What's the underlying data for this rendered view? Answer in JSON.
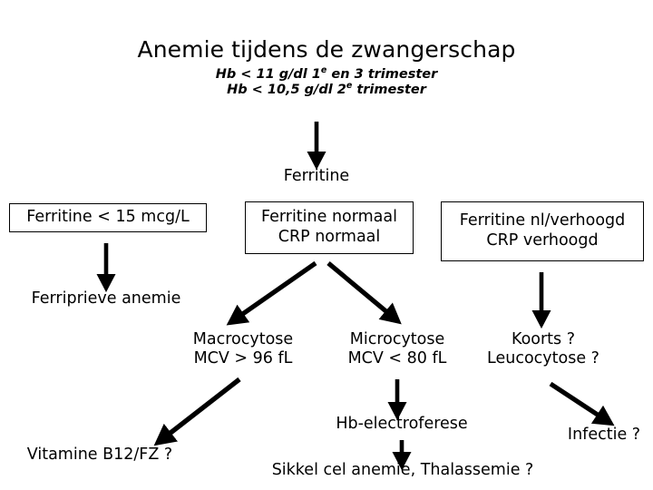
{
  "slide": {
    "title": "Anemie tijdens de zwangerschap",
    "subtitle_line1_pre": "Hb < 11 g/dl 1",
    "subtitle_line1_sup": "e",
    "subtitle_line1_post": " en 3 trimester",
    "subtitle_line2_pre": "Hb < 10,5 g/dl 2",
    "subtitle_line2_sup": "e",
    "subtitle_line2_post": " trimester",
    "background_color": "#ffffff",
    "ink_color": "#000000"
  },
  "nodes": {
    "ferritine_root": "Ferritine",
    "box_low": "Ferritine < 15 mcg/L",
    "box_normal_line1": "Ferritine normaal",
    "box_normal_line2": "CRP normaal",
    "box_high_line1": "Ferritine nl/verhoogd",
    "box_high_line2": "CRP verhoogd",
    "ferriprieve": "Ferriprieve anemie",
    "macrocytose_line1": "Macrocytose",
    "macrocytose_line2": "MCV > 96 fL",
    "microcytose_line1": "Microcytose",
    "microcytose_line2": "MCV < 80 fL",
    "koorts_line1": "Koorts ?",
    "koorts_line2": "Leucocytose ?",
    "vitamine": "Vitamine B12/FZ ?",
    "hb_electroferese": "Hb-electroferese",
    "sikkel": "Sikkel cel anemie, Thalassemie ?",
    "infectie": "Infectie ?"
  },
  "chart_data": {
    "type": "diagram",
    "title": "Anemie tijdens de zwangerschap",
    "orientation": "top-down flowchart",
    "edges": [
      {
        "from": "subtitle-criteria",
        "to": "ferritine_root",
        "direction": "down",
        "name": "arrow-root"
      },
      {
        "from": "box_low",
        "to": "ferriprieve",
        "direction": "down",
        "name": "arrow-low-to-ferriprieve"
      },
      {
        "from": "box_normal",
        "to": "macrocytose",
        "direction": "down-left",
        "name": "arrow-normal-to-macro"
      },
      {
        "from": "box_normal",
        "to": "microcytose",
        "direction": "down-right",
        "name": "arrow-normal-to-micro"
      },
      {
        "from": "box_high",
        "to": "koorts",
        "direction": "down",
        "name": "arrow-high-to-koorts"
      },
      {
        "from": "macrocytose",
        "to": "vitamine",
        "direction": "down-left",
        "name": "arrow-macro-to-vitamine"
      },
      {
        "from": "microcytose",
        "to": "hb_electroferese",
        "direction": "down",
        "name": "arrow-micro-to-hb"
      },
      {
        "from": "hb_electroferese",
        "to": "sikkel",
        "direction": "down",
        "name": "arrow-hb-to-sikkel"
      },
      {
        "from": "koorts",
        "to": "infectie",
        "direction": "down-right",
        "name": "arrow-koorts-to-infectie"
      }
    ]
  }
}
